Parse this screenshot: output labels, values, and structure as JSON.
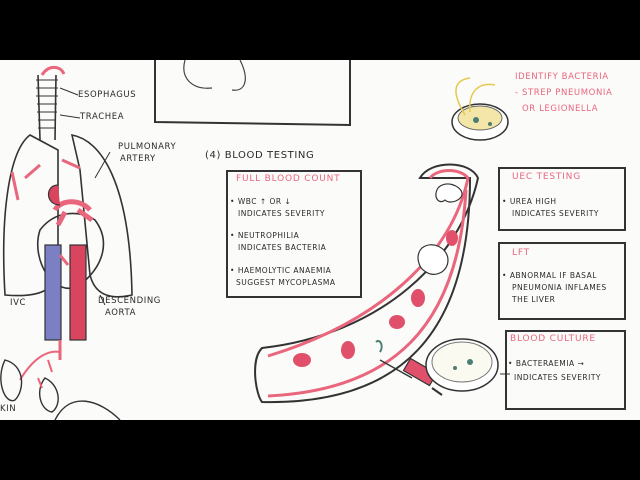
{
  "anatomy": {
    "esophagus": "ESOPHAGUS",
    "trachea": "TRACHEA",
    "pulmonary_artery_1": "PULMONARY",
    "pulmonary_artery_2": "ARTERY",
    "ivc": "IVC",
    "descending_aorta_1": "DESCENDING",
    "descending_aorta_2": "AORTA",
    "cut_label": "KIN"
  },
  "culture": {
    "line1": "IDENTIFY BACTERIA",
    "line2": "- STREP PNEUMONIA",
    "line3": "OR LEGIONELLA"
  },
  "section": {
    "number": "4",
    "title": "BLOOD TESTING"
  },
  "fbc": {
    "title": "FULL BLOOD COUNT",
    "b1a": "WBC ↑ OR ↓",
    "b1b": "INDICATES SEVERITY",
    "b2a": "NEUTROPHILIA",
    "b2b": "INDICATES BACTERIA",
    "b3a": "HAEMOLYTIC ANAEMIA",
    "b3b": "SUGGEST MYCOPLASMA"
  },
  "uec": {
    "title": "UEC TESTING",
    "b1a": "UREA HIGH",
    "b1b": "INDICATES SEVERITY"
  },
  "lft": {
    "title": "LFT",
    "b1a": "ABNORMAL IF BASAL",
    "b1b": "PNEUMONIA INFLAMES",
    "b1c": "THE LIVER"
  },
  "culture_box": {
    "title": "BLOOD CULTURE",
    "b1a": "BACTERAEMIA →",
    "b1b": "INDICATES SEVERITY"
  },
  "colors": {
    "accent": "#e9667d",
    "ink": "#2a2a2a",
    "vein": "#7b7fc4",
    "artery": "#d9455f"
  }
}
